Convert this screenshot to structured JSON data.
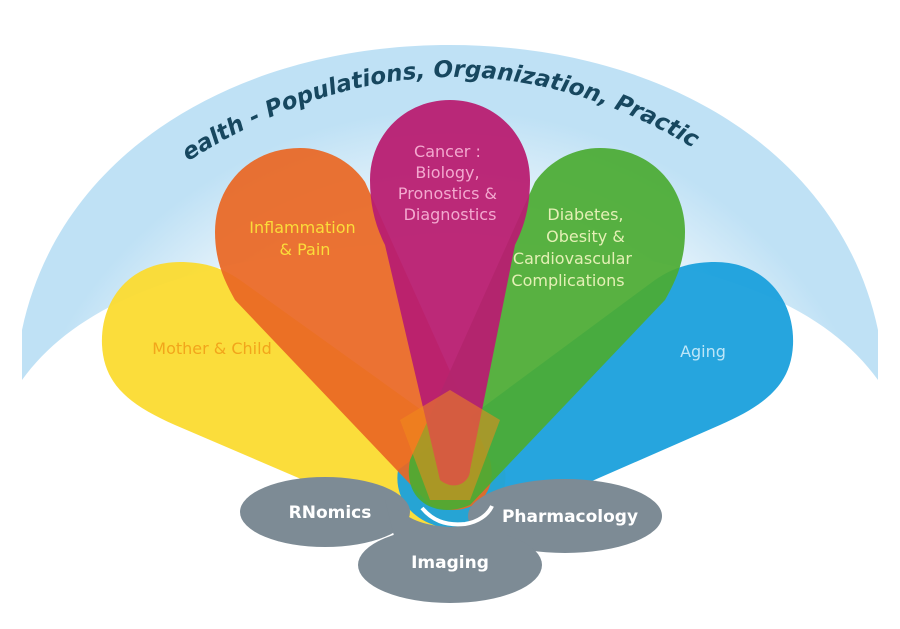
{
  "title": "Health - Populations, Organization, Practices",
  "colors": {
    "arc_outer": "#c8e6f7",
    "arc_inner": "#ffffff",
    "title": "#17475f",
    "base": "#7d8b95",
    "mother_child": "#fbdb30",
    "inflammation": "#ea6724",
    "cancer": "#b81d71",
    "diabetes": "#4bab33",
    "aging": "#1aa0dc"
  },
  "petals": {
    "mother_child": {
      "lines": [
        "Mother & Child"
      ],
      "text_color": "#f2a51b"
    },
    "inflammation": {
      "lines": [
        "Inflammation",
        "& Pain"
      ],
      "text_color": "#fbdc3a"
    },
    "cancer": {
      "lines": [
        "Cancer :",
        "Biology,",
        "Pronostics &",
        "Diagnostics"
      ],
      "text_color": "#f3a9cf"
    },
    "diabetes": {
      "lines": [
        "Diabetes,",
        "Obesity &",
        "Cardiovascular",
        "Complications"
      ],
      "text_color": "#e4f0b5"
    },
    "aging": {
      "lines": [
        "Aging"
      ],
      "text_color": "#bde6f8"
    }
  },
  "base": {
    "rnomics": "RNomics",
    "imaging": "Imaging",
    "pharmacology": "Pharmacology"
  }
}
